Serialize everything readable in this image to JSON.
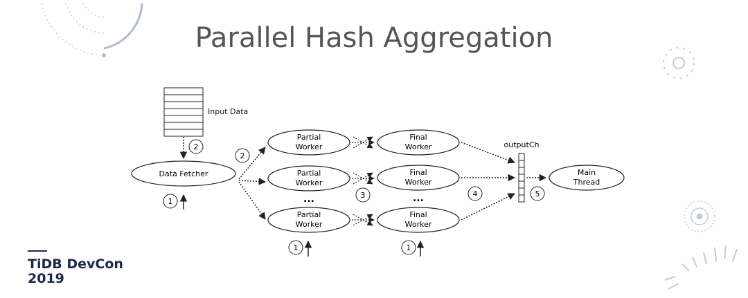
{
  "title": "Parallel Hash Aggregation",
  "logo": {
    "line1": "TiDB DevCon",
    "line2": "2019"
  },
  "labels": {
    "input_data": "Input Data",
    "data_fetcher": "Data Fetcher",
    "output_ch": "outputCh",
    "main_thread_line1": "Main",
    "main_thread_line2": "Thread",
    "partial_line1": "Partial",
    "partial_line2": "Worker",
    "final_line1": "Final",
    "final_line2": "Worker",
    "ellipsis": "..."
  },
  "steps": {
    "s1_fetcher": "1",
    "s1_partial": "1",
    "s1_final": "1",
    "s2_input": "2",
    "s2_dispatch": "2",
    "s3": "3",
    "s4": "4",
    "s5": "5"
  },
  "colors": {
    "title": "#555555",
    "stroke": "#222222",
    "logo": "#1b2a4a",
    "decor": "#c4cbd6"
  }
}
